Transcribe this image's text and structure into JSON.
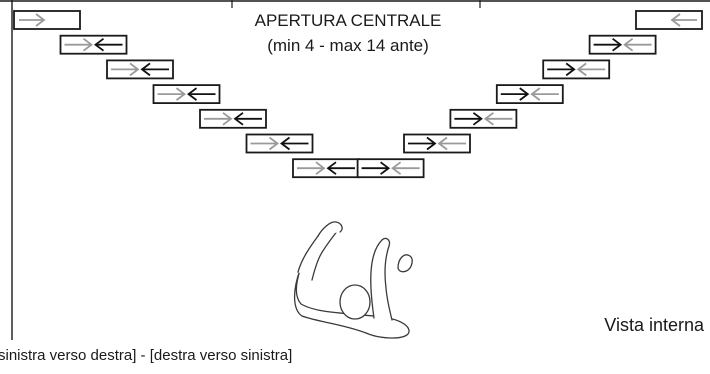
{
  "diagram": {
    "title": "APERTURA CENTRALE",
    "subtitle": "(min 4 - max 14 ante)",
    "view_label": "Vista interna",
    "caption": "sinistra verso destra] - [destra verso sinistra]",
    "colors": {
      "outline": "#1a1a1a",
      "arrow_dark": "#111111",
      "arrow_light": "#9a9a9a",
      "figure": "#3a3a3a"
    },
    "left_stack": {
      "icon": "door-leaf-arrows",
      "leaf_count": 7,
      "top_leaf_arrows": [
        "right-light"
      ],
      "lower_leaf_arrows": [
        "right-light",
        "left-dark"
      ]
    },
    "right_stack": {
      "icon": "door-leaf-arrows",
      "leaf_count": 7,
      "top_leaf_arrows": [
        "left-light"
      ],
      "lower_leaf_arrows": [
        "right-dark",
        "left-light"
      ]
    },
    "figure_icon": "person-top-view-icon"
  }
}
